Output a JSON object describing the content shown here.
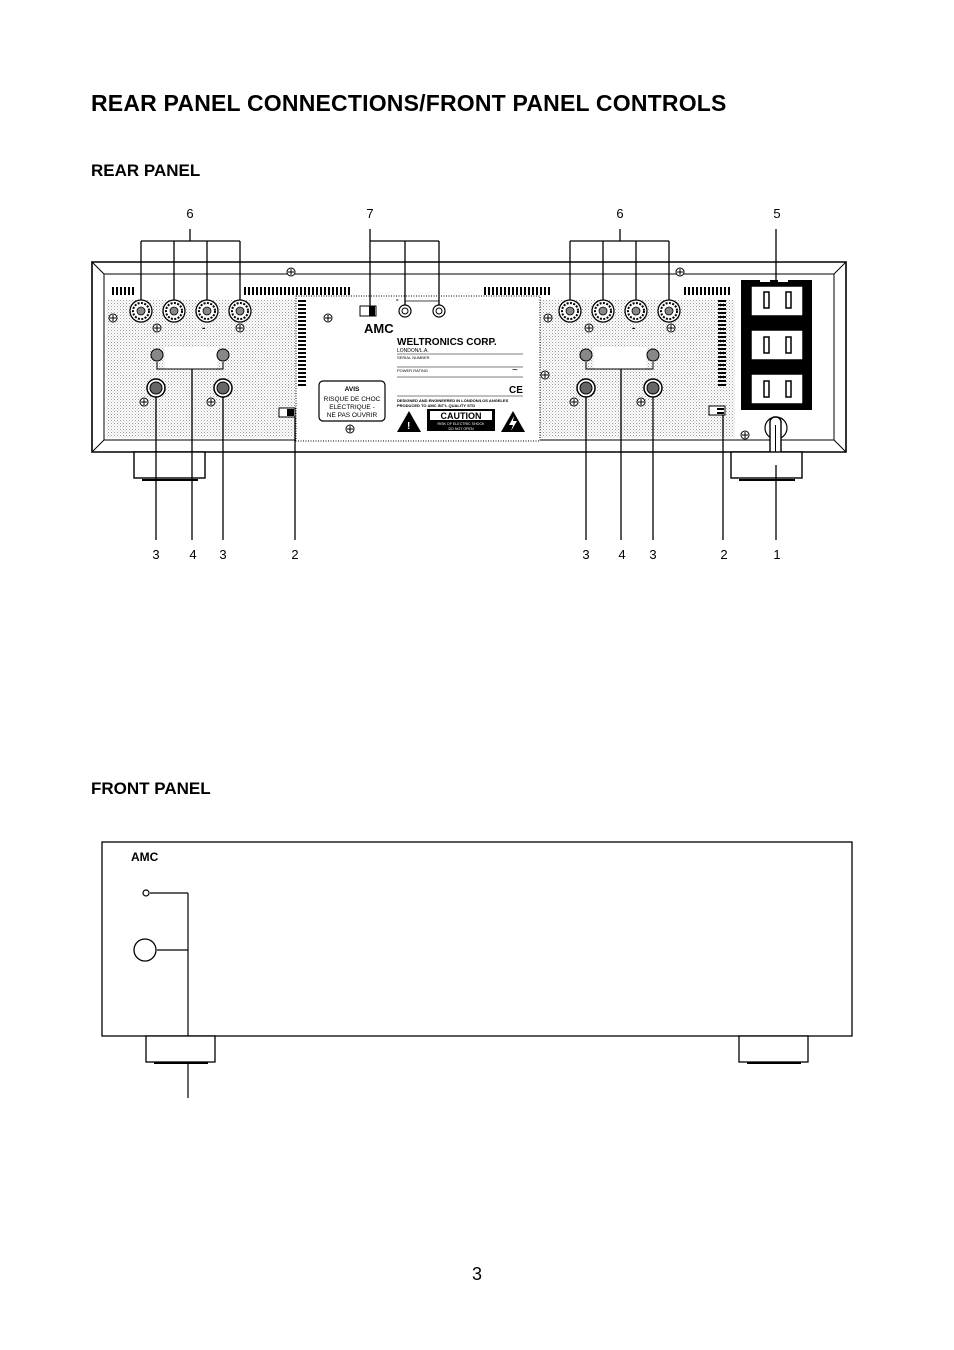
{
  "page": {
    "title": "REAR PANEL CONNECTIONS/FRONT PANEL CONTROLS",
    "number": "3"
  },
  "rear": {
    "title": "REAR PANEL",
    "callouts_top": [
      "6",
      "7",
      "6",
      "5"
    ],
    "callouts_bottom": [
      "3",
      "4",
      "3",
      "2",
      "3",
      "4",
      "3",
      "2",
      "1"
    ],
    "brand": "AMC",
    "maker_label": {
      "company": "WELTRONICS CORP.",
      "city": "LONDON/L.A.",
      "serial": "SERIAL NUMBER",
      "power": "POWER RATING",
      "power_symbol": "~",
      "designed": "DESIGNED AND ENGINEERED IN LONDON/LOS ANGELES",
      "produced": "PRODUCED TO AMC INT'L QUALITY STD",
      "ce": "CE"
    },
    "avis_label": {
      "title": "AVIS",
      "line1": "RISQUE DE CHOC",
      "line2": "ELECTRIQUE -",
      "line3": "NE PAS OUVRIR"
    },
    "caution_label": {
      "title": "CAUTION",
      "line1": "RISK OF ELECTRIC SHOCK",
      "line2": "DO NOT OPEN"
    },
    "terminal_signs": [
      "-",
      "-",
      "-"
    ]
  },
  "front": {
    "title": "FRONT PANEL",
    "brand": "AMC"
  }
}
